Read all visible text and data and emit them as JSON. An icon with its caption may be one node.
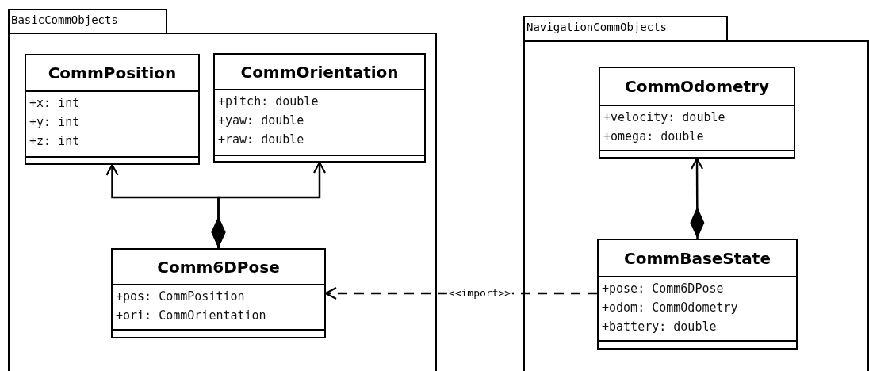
{
  "diagram": {
    "nodes": [
      {
        "text": [
          "BasicCommObjects"
        ]
      },
      {
        "text": [
          "CommPosition",
          "+x: int",
          "+y: int",
          "+z: int"
        ],
        "in": 0
      },
      {
        "text": [
          "CommOrientation",
          "+pitch: double",
          "+yaw: double",
          "+raw: double"
        ],
        "in": 0
      },
      {
        "text": [
          "Comm6DPose",
          "+pos: CommPosition",
          "+ori: CommOrientation"
        ],
        "in": 0
      },
      {
        "text": [
          "NavigationCommObjects"
        ]
      },
      {
        "text": [
          "CommOdometry",
          "+velocity: double",
          "+omega: double"
        ],
        "in": 4
      },
      {
        "text": [
          "CommBaseState",
          "+pose: Comm6DPose",
          "+odom: CommOdometry",
          "+battery: double"
        ],
        "in": 4
      }
    ],
    "edges": [
      {
        "from": 3,
        "to": 1,
        "arrow": "to"
      },
      {
        "from": 3,
        "to": 2,
        "arrow": "to"
      },
      {
        "from": 6,
        "to": 5,
        "arrow": "to"
      },
      {
        "from": 6,
        "to": 3,
        "arrow": "to",
        "label": "<<import>>",
        "style": "dashed"
      }
    ]
  }
}
